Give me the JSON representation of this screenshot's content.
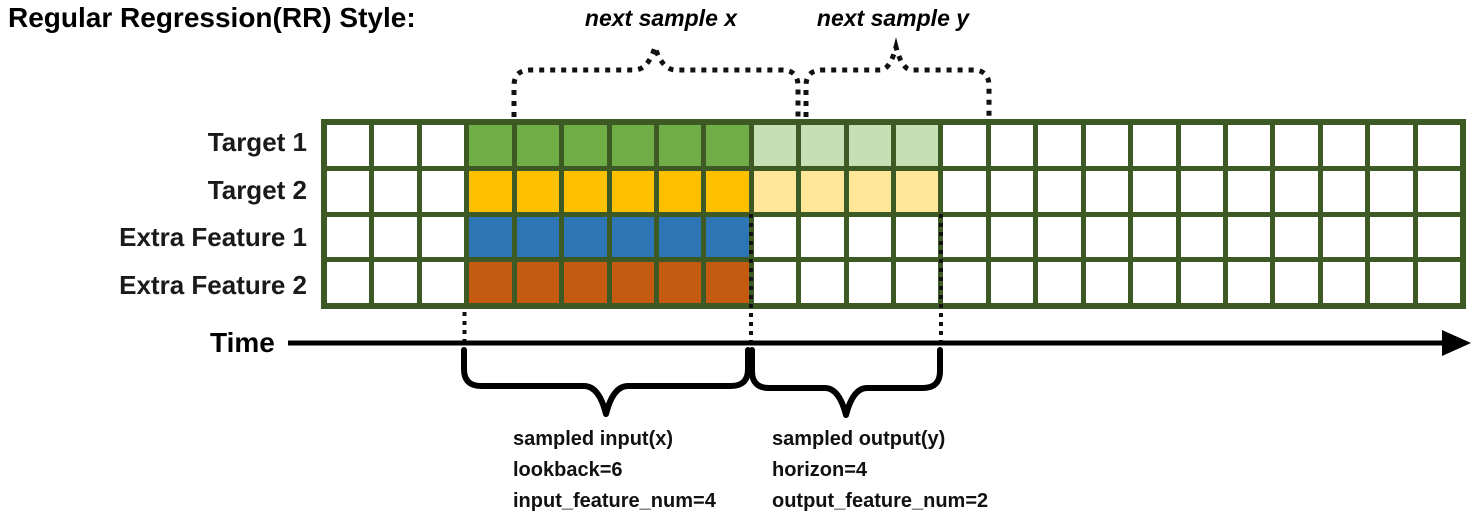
{
  "title": "Regular Regression(RR) Style:",
  "annotations": {
    "next_sample_x": "next sample x",
    "next_sample_y": "next sample y"
  },
  "time_label": "Time",
  "colors": {
    "border": "#3d5a25",
    "green": "#70ad47",
    "light_green": "#c5e0b4",
    "gold": "#ffc000",
    "light_gold": "#ffe699",
    "blue": "#2e75b6",
    "orange": "#c55a11",
    "empty": "#ffffff"
  },
  "grid": {
    "columns": 24,
    "rows": [
      {
        "label": "Target 1",
        "segments": [
          {
            "start": 3,
            "count": 6,
            "color": "green"
          },
          {
            "start": 9,
            "count": 4,
            "color": "light_green"
          }
        ]
      },
      {
        "label": "Target 2",
        "segments": [
          {
            "start": 3,
            "count": 6,
            "color": "gold"
          },
          {
            "start": 9,
            "count": 4,
            "color": "light_gold"
          }
        ]
      },
      {
        "label": "Extra Feature 1",
        "segments": [
          {
            "start": 3,
            "count": 6,
            "color": "blue"
          }
        ]
      },
      {
        "label": "Extra Feature 2",
        "segments": [
          {
            "start": 3,
            "count": 6,
            "color": "orange"
          }
        ]
      }
    ]
  },
  "sampling": {
    "lookback": 6,
    "horizon": 4,
    "input_feature_num": 4,
    "output_feature_num": 2
  },
  "input_block": {
    "lines": [
      "sampled input(x)",
      "lookback=6",
      "input_feature_num=4"
    ]
  },
  "output_block": {
    "lines": [
      "sampled output(y)",
      "horizon=4",
      "output_feature_num=2"
    ]
  }
}
